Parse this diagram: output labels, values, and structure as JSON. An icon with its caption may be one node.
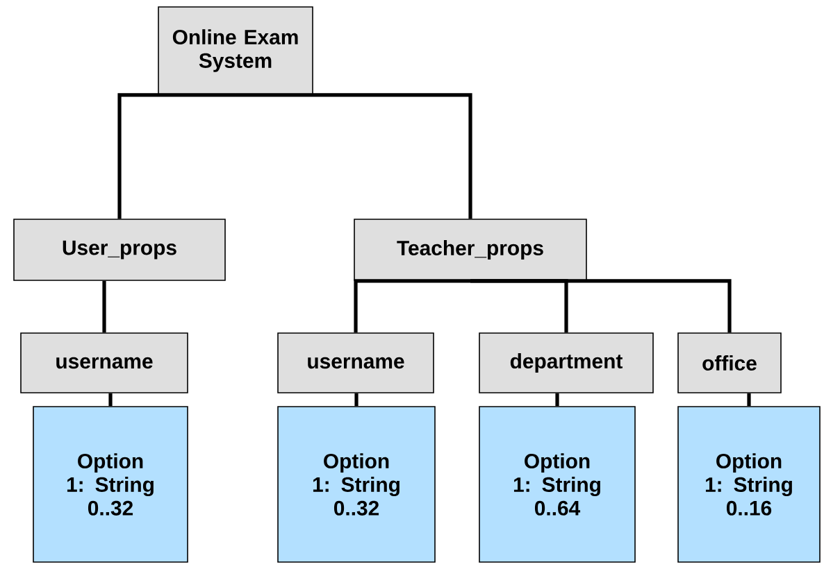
{
  "diagram": {
    "nodes": [
      {
        "text": [
          "Online Exam System"
        ]
      },
      {
        "text": [
          "User_props"
        ]
      },
      {
        "text": [
          "Teacher_props"
        ]
      },
      {
        "text": [
          "username"
        ]
      },
      {
        "text": [
          "username"
        ]
      },
      {
        "text": [
          "department"
        ]
      },
      {
        "text": [
          "office"
        ]
      },
      {
        "text": [
          "Option 1: String 0..32"
        ]
      },
      {
        "text": [
          "Option 1: String 0..32"
        ]
      },
      {
        "text": [
          "Option 1: String 0..64"
        ]
      },
      {
        "text": [
          "Option 1: String 0..16"
        ]
      }
    ],
    "edges": [
      {
        "from": 0,
        "to": 1,
        "arrow": "none"
      },
      {
        "from": 0,
        "to": 2,
        "arrow": "none"
      },
      {
        "from": 1,
        "to": 3,
        "arrow": "none"
      },
      {
        "from": 2,
        "to": 4,
        "arrow": "none"
      },
      {
        "from": 2,
        "to": 5,
        "arrow": "none"
      },
      {
        "from": 2,
        "to": 6,
        "arrow": "none"
      },
      {
        "from": 3,
        "to": 7,
        "arrow": "none"
      },
      {
        "from": 4,
        "to": 8,
        "arrow": "none"
      },
      {
        "from": 5,
        "to": 9,
        "arrow": "none"
      },
      {
        "from": 6,
        "to": 10,
        "arrow": "none"
      }
    ]
  }
}
